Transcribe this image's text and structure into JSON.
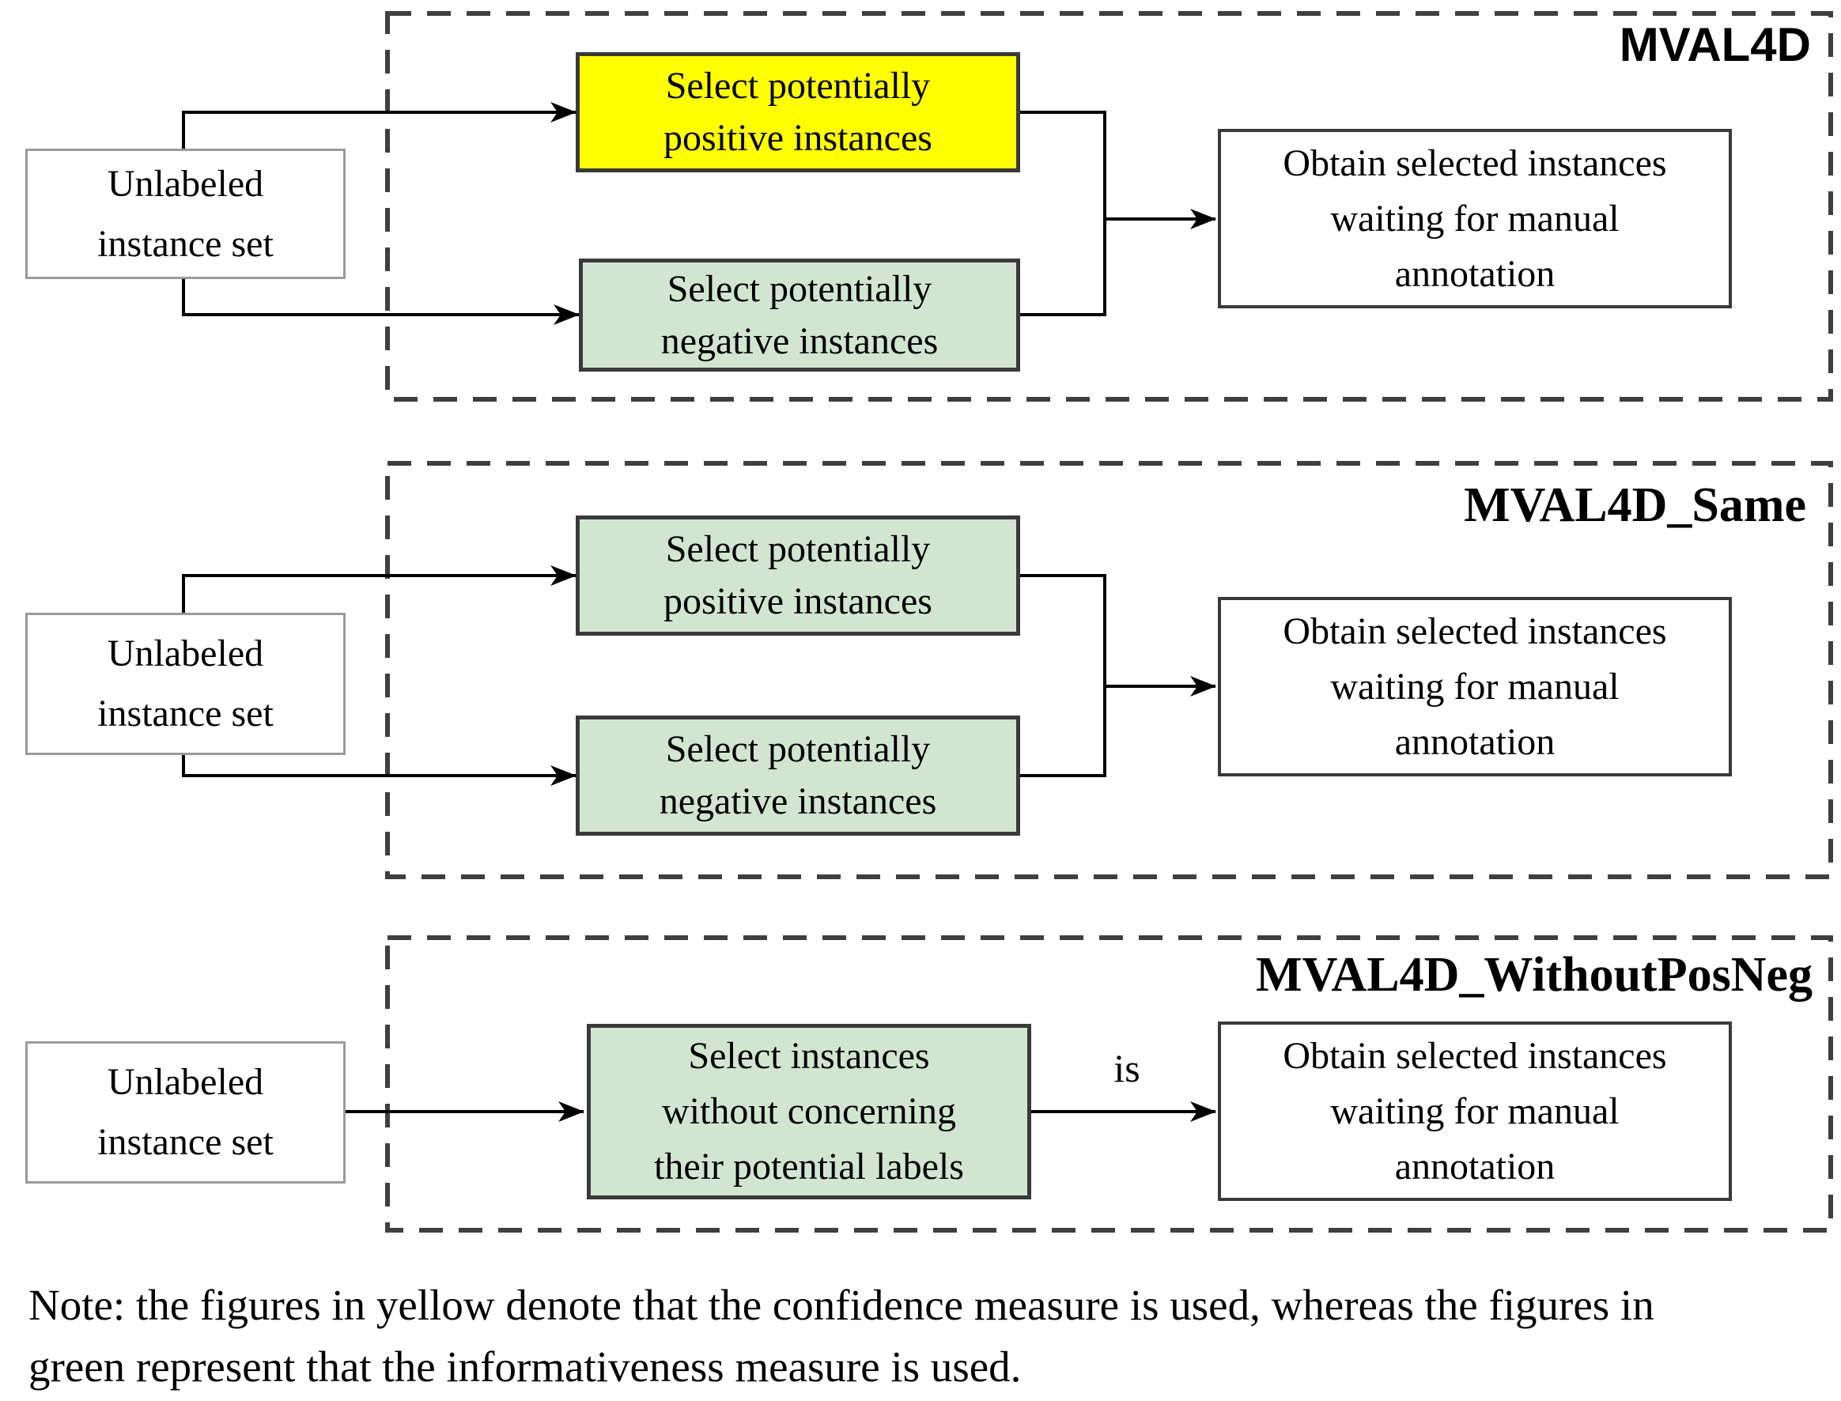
{
  "colors": {
    "confidence_fill": "#ffff00",
    "informativeness_fill": "#d2e5d1",
    "box_border": "#3a3a3a",
    "source_box_border": "#9a9a9a",
    "dashed_border": "#3f3f3f",
    "arrow": "#000000"
  },
  "sections": [
    {
      "title": "MVAL4D",
      "source": {
        "lines": [
          "Unlabeled",
          "instance set"
        ]
      },
      "steps": [
        {
          "lines": [
            "Select potentially",
            "positive instances"
          ],
          "fill": "#ffff00"
        },
        {
          "lines": [
            "Select potentially",
            "negative instances"
          ],
          "fill": "#d2e5d1"
        }
      ],
      "output": {
        "lines": [
          "Obtain selected instances",
          "waiting for manual",
          "annotation"
        ]
      }
    },
    {
      "title": "MVAL4D_Same",
      "source": {
        "lines": [
          "Unlabeled",
          "instance set"
        ]
      },
      "steps": [
        {
          "lines": [
            "Select potentially",
            "positive instances"
          ],
          "fill": "#d2e5d1"
        },
        {
          "lines": [
            "Select potentially",
            "negative instances"
          ],
          "fill": "#d2e5d1"
        }
      ],
      "output": {
        "lines": [
          "Obtain selected instances",
          "waiting for manual",
          "annotation"
        ]
      }
    },
    {
      "title": "MVAL4D_WithoutPosNeg",
      "source": {
        "lines": [
          "Unlabeled",
          "instance set"
        ]
      },
      "steps": [
        {
          "lines": [
            "Select instances",
            "without concerning",
            "their potential labels"
          ],
          "fill": "#d2e5d1"
        }
      ],
      "edge_label": "is",
      "output": {
        "lines": [
          "Obtain selected instances",
          "waiting for manual",
          "annotation"
        ]
      }
    }
  ],
  "note": {
    "lines": [
      "Note: the figures in yellow denote that the confidence measure is used, whereas the figures in",
      "green represent that the informativeness measure is used."
    ]
  }
}
